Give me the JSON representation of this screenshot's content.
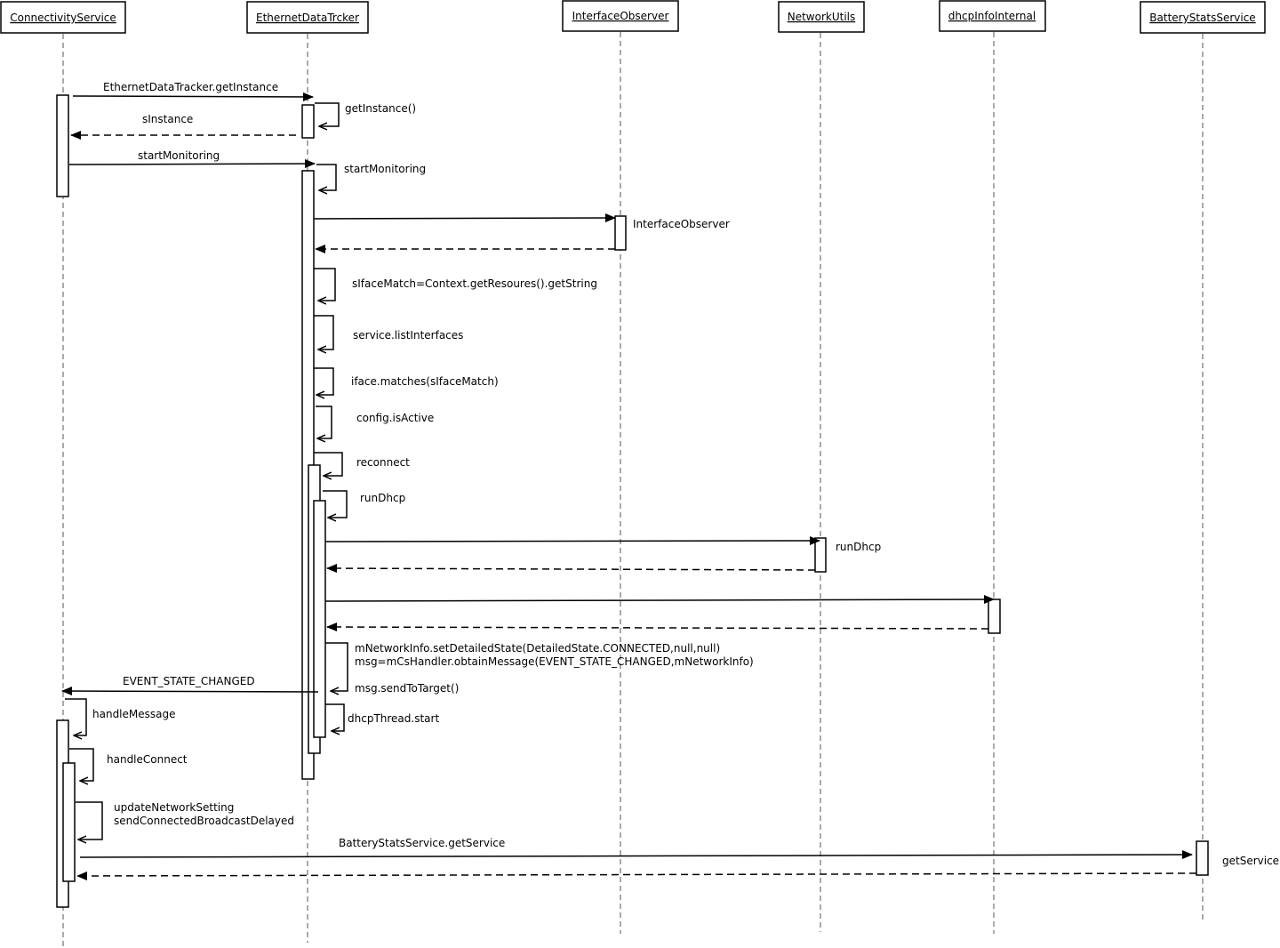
{
  "lifelines": [
    {
      "id": "cs",
      "name": "ConnectivityService"
    },
    {
      "id": "edt",
      "name": "EthernetDataTrcker"
    },
    {
      "id": "io",
      "name": "InterfaceObserver"
    },
    {
      "id": "nu",
      "name": "NetworkUtils"
    },
    {
      "id": "dhi",
      "name": "dhcpInfoInternal"
    },
    {
      "id": "bss",
      "name": "BatteryStatsService"
    }
  ],
  "messages": [
    {
      "label": "EthernetDataTracker.getInstance"
    },
    {
      "label": "getInstance()"
    },
    {
      "label": "sInstance"
    },
    {
      "label": "startMonitoring"
    },
    {
      "label": "startMonitoring"
    },
    {
      "label": ""
    },
    {
      "label": "InterfaceObserver"
    },
    {
      "label": ""
    },
    {
      "label": "sIfaceMatch=Context.getResoures().getString"
    },
    {
      "label": "service.listInterfaces"
    },
    {
      "label": "iface.matches(sIfaceMatch)"
    },
    {
      "label": "config.isActive"
    },
    {
      "label": "reconnect"
    },
    {
      "label": "runDhcp"
    },
    {
      "label": ""
    },
    {
      "label": "runDhcp"
    },
    {
      "label": ""
    },
    {
      "label": ""
    },
    {
      "label": ""
    },
    {
      "label": "mNetworkInfo.setDetailedState(DetailedState.CONNECTED,null,null)",
      "label2": "msg=mCsHandler.obtainMessage(EVENT_STATE_CHANGED,mNetworkInfo)"
    },
    {
      "label": "msg.sendToTarget()"
    },
    {
      "label": "EVENT_STATE_CHANGED"
    },
    {
      "label": "dhcpThread.start"
    },
    {
      "label": "handleMessage"
    },
    {
      "label": "handleConnect"
    },
    {
      "label": "updateNetworkSetting",
      "label2": "sendConnectedBroadcastDelayed"
    },
    {
      "label": "BatteryStatsService.getService"
    },
    {
      "label": "getService"
    },
    {
      "label": ""
    }
  ]
}
